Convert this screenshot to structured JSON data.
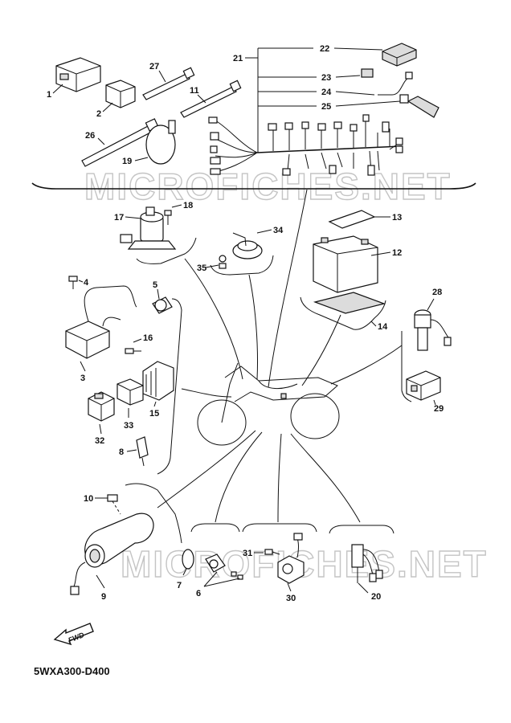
{
  "diagram": {
    "code": "5WXA300-D400",
    "watermark": "MICROFICHES.NET",
    "fwd_label": "FWD",
    "callouts": [
      "1",
      "2",
      "3",
      "4",
      "5",
      "6",
      "7",
      "8",
      "9",
      "10",
      "11",
      "12",
      "13",
      "14",
      "15",
      "16",
      "17",
      "18",
      "19",
      "20",
      "21",
      "22",
      "23",
      "24",
      "25",
      "26",
      "27",
      "28",
      "29",
      "30",
      "31",
      "32",
      "33",
      "34",
      "35"
    ]
  }
}
